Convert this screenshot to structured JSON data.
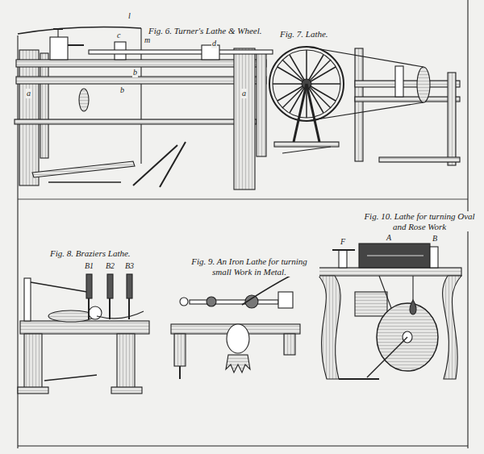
{
  "diagram": {
    "labels": [
      "Fig. 6. Turner's Lathe & Wheel.",
      "l",
      "m",
      "c",
      "d",
      "b",
      "b",
      "a",
      "a",
      "Fig. 7. Lathe.",
      "Fig. 8. Braziers Lathe.",
      "B1",
      "B2",
      "B3",
      "Fig. 9. An Iron Lathe for turning small Work in Metal.",
      "Fig. 10. Lathe for turning Oval and Rose Work",
      "F",
      "A",
      "B"
    ]
  }
}
